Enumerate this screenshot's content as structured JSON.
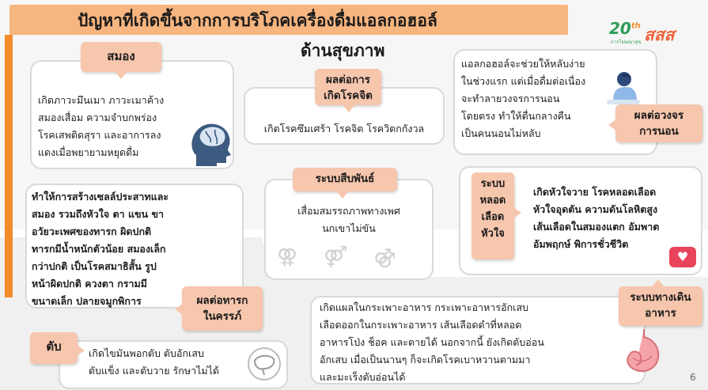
{
  "header": {
    "title": "ปัญหาที่เกิดขึ้นจากการบริโภคเครื่องดื่มแอลกอฮอล์",
    "subtitle": "ด้านสุขภาพ"
  },
  "logo": {
    "number": "20",
    "sub": "การโฆษณาสุข",
    "brand": "สสส"
  },
  "colors": {
    "tag": "#f6c6ad",
    "title_bar": "#f7b57f",
    "stripe": "#f28c2a",
    "brand": "#2f9c5a"
  },
  "cards": {
    "brain": {
      "tag": "สมอง",
      "text": "เกิดภาวะมึนเมา ภาวะเมาค้าง\nสมองเสื่อม ความจำบกพร่อง\nโรคเสพติดสุรา และอาการลง\nแดงเมื่อพยายามหยุดดื่ม",
      "icon": "brain-head-icon"
    },
    "mental": {
      "tag": "ผลต่อการ\nเกิดโรคจิต",
      "text": "เกิดโรคซึมเศร้า โรคจิต โรควิตกกังวล"
    },
    "sleep": {
      "tag": "ผลต่อวงจร\nการนอน",
      "text": "แอลกอฮอล์จะช่วยให้หลับง่าย\nในช่วงแรก แต่เมื่อดื่มต่อเนื่อง\nจะทำลายวงจรการนอน\nโดยตรง ทำให้ตื่นกลางคืน\nเป็นคนนอนไม่หลับ",
      "icon": "sleeping-woman-icon"
    },
    "fetus": {
      "tag": "ผลต่อทารก\nในครรภ์",
      "text": "ทำให้การสร้างเซลล์ประสาทและ\nสมอง รวมถึงหัวใจ ตา แขน ขา\nอวัยวะเพศของทารก ผิดปกติ\nทารกมีน้ำหนักตัวน้อย สมองเล็ก\nกว่าปกติ เป็นโรคสมาธิสั้น รูป\nหน้าผิดปกติ ควงตา กรามมี\nขนาดเล็ก ปลายจมูกพิการ"
    },
    "reproductive": {
      "tag": "ระบบสืบพันธ์",
      "text": "เสื่อมสมรรถภาพทางเพศ\nนกเขาไม่ขัน",
      "icon": "gender-symbols-icon"
    },
    "cardio": {
      "tag": "ระบบ\nหลอด\nเลือด\nหัวใจ",
      "text": "เกิดหัวใจวาย โรคหลอดเลือด\nหัวใจอุดตัน ความดันโลหิตสูง\nเส้นเลือดในสมองแตก อัมพาต\nอัมพฤกษ์ พิการชั่วชีวิต",
      "icon": "heartbeat-icon"
    },
    "liver": {
      "tag": "ตับ",
      "text": "เกิดไขมันพอกตับ ตับอักเสบ\nตับแข็ง และตับวาย รักษาไม่ได้",
      "icon": "liver-icon"
    },
    "digestive": {
      "tag": "ระบบทางเดิน\nอาหาร",
      "text": "เกิดแผลในกระเพาะอาหาร กระเพาะอาหารอักเสบ\nเลือดออกในกระเพาะอาหาร เส้นเลือดดำที่หลอด\nอาหารโป่ง ช็อค และตายได้ นอกจากนี้ ยังเกิดตับอ่อน\nอักเสบ เมื่อเป็นนานๆ ก็จะเกิดโรคเบาหวานตามมา\nและมะเร็งตับอ่อนได้",
      "icon": "stomach-icon"
    }
  },
  "page_number": "6"
}
